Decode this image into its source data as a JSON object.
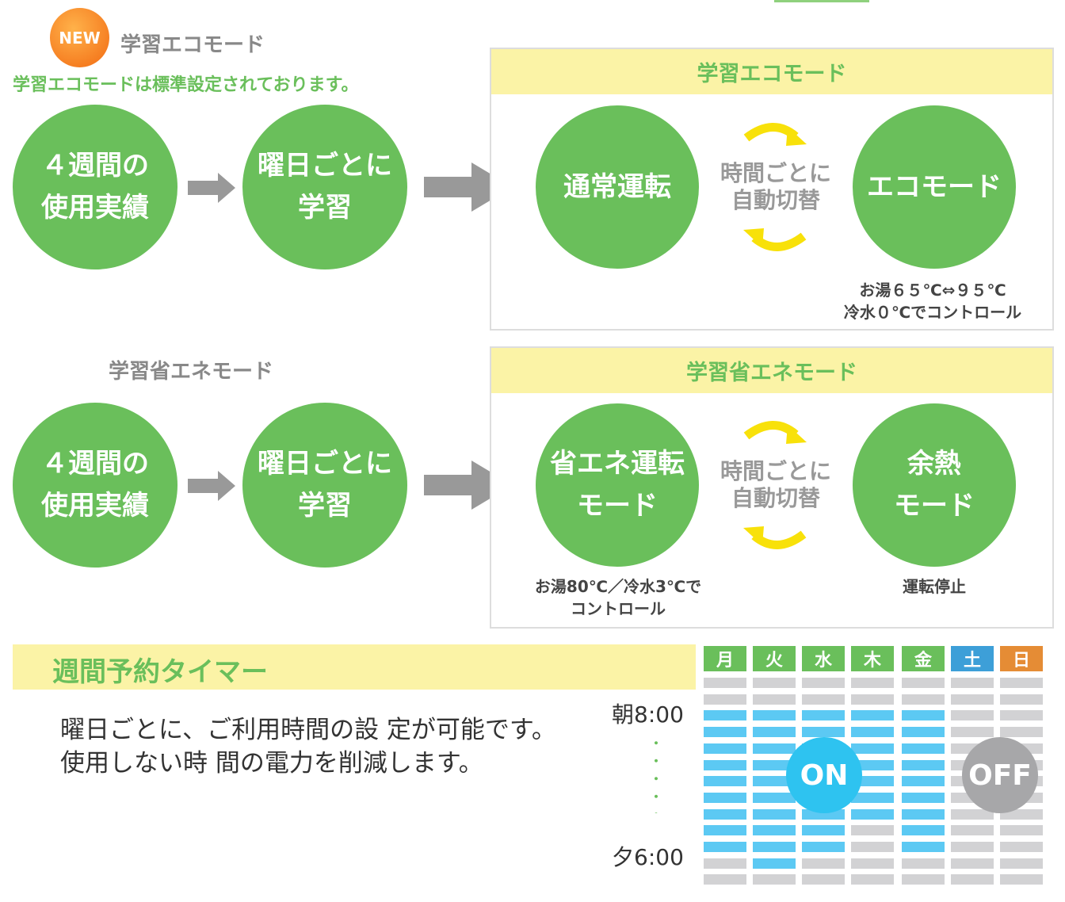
{
  "new_badge": "NEW",
  "eco": {
    "title": "学習エコモード",
    "subtitle": "学習エコモードは標準設定されております。",
    "step1": [
      "４週間の",
      "使用実績"
    ],
    "step2": [
      "曜日ごとに",
      "学習"
    ],
    "box_title": "学習エコモード",
    "left": [
      "通常運転"
    ],
    "switch": [
      "時間ごとに",
      "自動切替"
    ],
    "right": [
      "エコモード"
    ],
    "note": [
      "お湯６５℃⇔９５℃",
      "冷水０℃でコントロール"
    ]
  },
  "save": {
    "title": "学習省エネモード",
    "step1": [
      "４週間の",
      "使用実績"
    ],
    "step2": [
      "曜日ごとに",
      "学習"
    ],
    "box_title": "学習省エネモード",
    "left": [
      "省エネ運転",
      "モード"
    ],
    "switch": [
      "時間ごとに",
      "自動切替"
    ],
    "right": [
      "余熱",
      "モード"
    ],
    "left_note": [
      "お湯80℃／冷水3℃で",
      "コントロール"
    ],
    "right_note": "運転停止"
  },
  "timer": {
    "title": "週間予約タイマー",
    "desc": [
      "曜日ごとに、ご利用時間の設 定が可能です。",
      "使用しない時 間の電力を削減します。"
    ],
    "start_label": "朝8:00",
    "end_label": "夕6:00",
    "on_label": "ON",
    "off_label": "OFF",
    "rows": 13,
    "days": [
      {
        "label": "月",
        "color": "#6abf5b",
        "on": [
          2,
          10
        ]
      },
      {
        "label": "火",
        "color": "#6abf5b",
        "on": [
          2,
          11
        ]
      },
      {
        "label": "水",
        "color": "#6abf5b",
        "on": [
          2,
          10
        ]
      },
      {
        "label": "木",
        "color": "#6abf5b",
        "on": [
          2,
          8
        ]
      },
      {
        "label": "金",
        "color": "#6abf5b",
        "on": [
          2,
          10
        ]
      },
      {
        "label": "土",
        "color": "#3d9fd8",
        "on": null
      },
      {
        "label": "日",
        "color": "#e58c35",
        "on": null
      }
    ]
  },
  "colors": {
    "green": "#6abf5b",
    "yellow": "#fbf3a6",
    "on": "#2ec3f0",
    "off": "#a7a7a9"
  }
}
